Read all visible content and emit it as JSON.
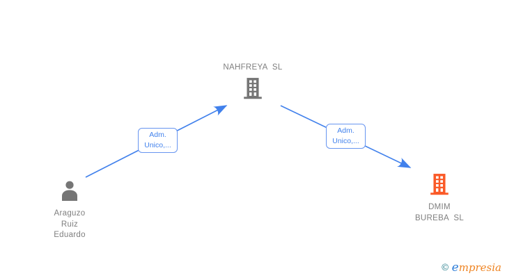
{
  "graph": {
    "nodes": {
      "person": {
        "label_lines": [
          "Araguzo",
          "Ruiz",
          "Eduardo"
        ],
        "icon": "person-icon",
        "color": "#757575"
      },
      "company_main": {
        "label": "NAHFREYA  SL",
        "icon": "building-icon",
        "color": "#757575"
      },
      "company_target": {
        "label_lines": [
          "DMIM",
          "BUREBA  SL"
        ],
        "icon": "building-icon",
        "color": "#fa5a28"
      }
    },
    "edges": {
      "left": {
        "label_lines": [
          "Adm.",
          "Unico,..."
        ]
      },
      "right": {
        "label_lines": [
          "Adm.",
          "Unico,..."
        ]
      }
    },
    "edge_color": "#4181ec",
    "edge_label_text_color": "#4181ec",
    "edge_label_border_color": "#6795f0"
  },
  "footer": {
    "copyright_symbol": "©",
    "brand_initial": "e",
    "brand_rest": "mpresia"
  }
}
